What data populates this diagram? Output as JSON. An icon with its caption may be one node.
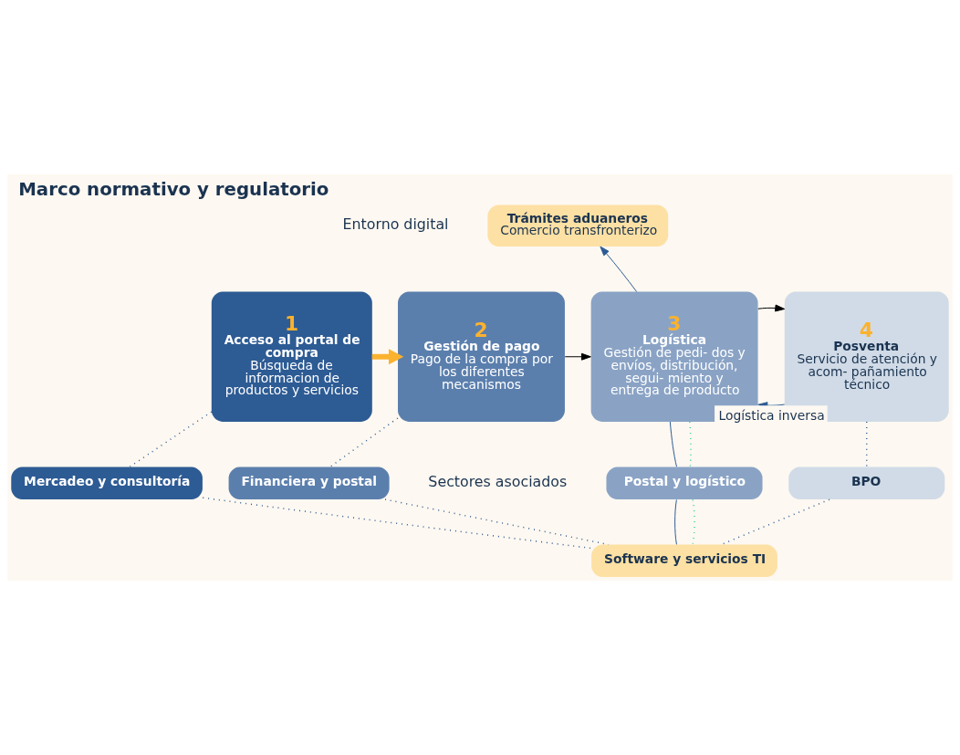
{
  "diagram": {
    "title": "Marco normativo y regulatorio",
    "nodes": [
      {
        "text": [
          "Trámites aduaneros",
          "Comercio transfronterizo"
        ]
      },
      {
        "text": [
          "1",
          "Acceso al portal de compra",
          "Búsqueda de informacion de productos y servicios"
        ]
      },
      {
        "text": [
          "2",
          "Gestión de pago",
          "Pago de la compra por los diferentes mecanismos"
        ]
      },
      {
        "text": [
          "3",
          "Logística",
          "Gestión de pedi- dos y envíos, distribución, segui- miento y entrega de producto"
        ]
      },
      {
        "text": [
          "4",
          "Posventa",
          "Servicio de atención y acom- pañamiento técnico"
        ]
      },
      {
        "text": [
          "Mercadeo y consultoría"
        ]
      },
      {
        "text": [
          "Financiera y postal"
        ]
      },
      {
        "text": [
          "Postal y logístico"
        ]
      },
      {
        "text": [
          "BPO"
        ]
      },
      {
        "text": [
          "Software y servicios TI"
        ]
      }
    ],
    "edges": [
      {
        "from": 3,
        "to": 0,
        "arrow": "to"
      },
      {
        "from": 4,
        "to": 3,
        "arrow": "to",
        "label": "Logística inversa"
      },
      {
        "from": 1,
        "to": 2,
        "arrow": "to",
        "style": "thick",
        "color": "#fbb22e"
      },
      {
        "from": 2,
        "to": 3,
        "arrow": "to",
        "color": "#000000"
      },
      {
        "from": 3,
        "to": 4,
        "arrow": "to",
        "color": "#000000"
      },
      {
        "from": 1,
        "to": 5,
        "arrow": "none",
        "style": "dashed"
      },
      {
        "from": 5,
        "to": 9,
        "arrow": "none",
        "style": "dashed"
      },
      {
        "from": 2,
        "to": 6,
        "arrow": "none",
        "style": "dashed"
      },
      {
        "from": 6,
        "to": 9,
        "arrow": "none",
        "style": "dashed"
      },
      {
        "from": 3,
        "to": 7,
        "arrow": "none"
      },
      {
        "from": 7,
        "to": 9,
        "arrow": "none"
      },
      {
        "from": 3,
        "to": 7,
        "arrow": "none",
        "style": "dashed",
        "color": "#2ed3a0"
      },
      {
        "from": 7,
        "to": 9,
        "arrow": "none",
        "style": "dashed",
        "color": "#2ed3a0"
      },
      {
        "from": 4,
        "to": 8,
        "arrow": "none",
        "style": "dashed"
      },
      {
        "from": 8,
        "to": 9,
        "arrow": "none",
        "style": "dashed"
      }
    ],
    "labels": [
      "Entorno digital",
      "Sectores asociados"
    ]
  }
}
